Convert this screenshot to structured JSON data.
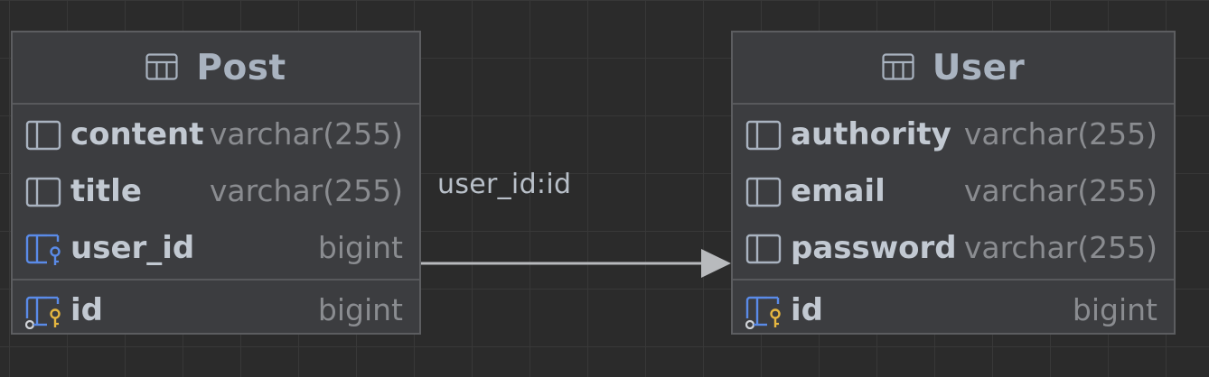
{
  "diagram": {
    "relation": {
      "label": "user_id:id",
      "from_table": "Post",
      "from_column": "user_id",
      "to_table": "User",
      "to_column": "id"
    },
    "tables": [
      {
        "name": "Post",
        "columns": [
          {
            "name": "content",
            "type": "varchar(255)",
            "kind": "column"
          },
          {
            "name": "title",
            "type": "varchar(255)",
            "kind": "column"
          },
          {
            "name": "user_id",
            "type": "bigint",
            "kind": "foreign-key"
          }
        ],
        "primary_key": {
          "name": "id",
          "type": "bigint",
          "kind": "primary-key"
        }
      },
      {
        "name": "User",
        "columns": [
          {
            "name": "authority",
            "type": "varchar(255)",
            "kind": "column"
          },
          {
            "name": "email",
            "type": "varchar(255)",
            "kind": "column"
          },
          {
            "name": "password",
            "type": "varchar(255)",
            "kind": "column"
          }
        ],
        "primary_key": {
          "name": "id",
          "type": "bigint",
          "kind": "primary-key"
        }
      }
    ]
  },
  "colors": {
    "canvas_background": "#2b2b2b",
    "table_background": "#3c3d40",
    "table_border": "#5c5d60",
    "column_name": "#c2c9d2",
    "column_type": "#8a8c90",
    "foreign_key_icon": "#5a8be8",
    "primary_key_icon": "#e6b740",
    "arrow": "#b8babd"
  },
  "icons": {
    "table": "table-icon",
    "column": "column-icon",
    "foreign_key": "foreign-key-column-icon",
    "primary_key": "primary-key-column-icon"
  }
}
